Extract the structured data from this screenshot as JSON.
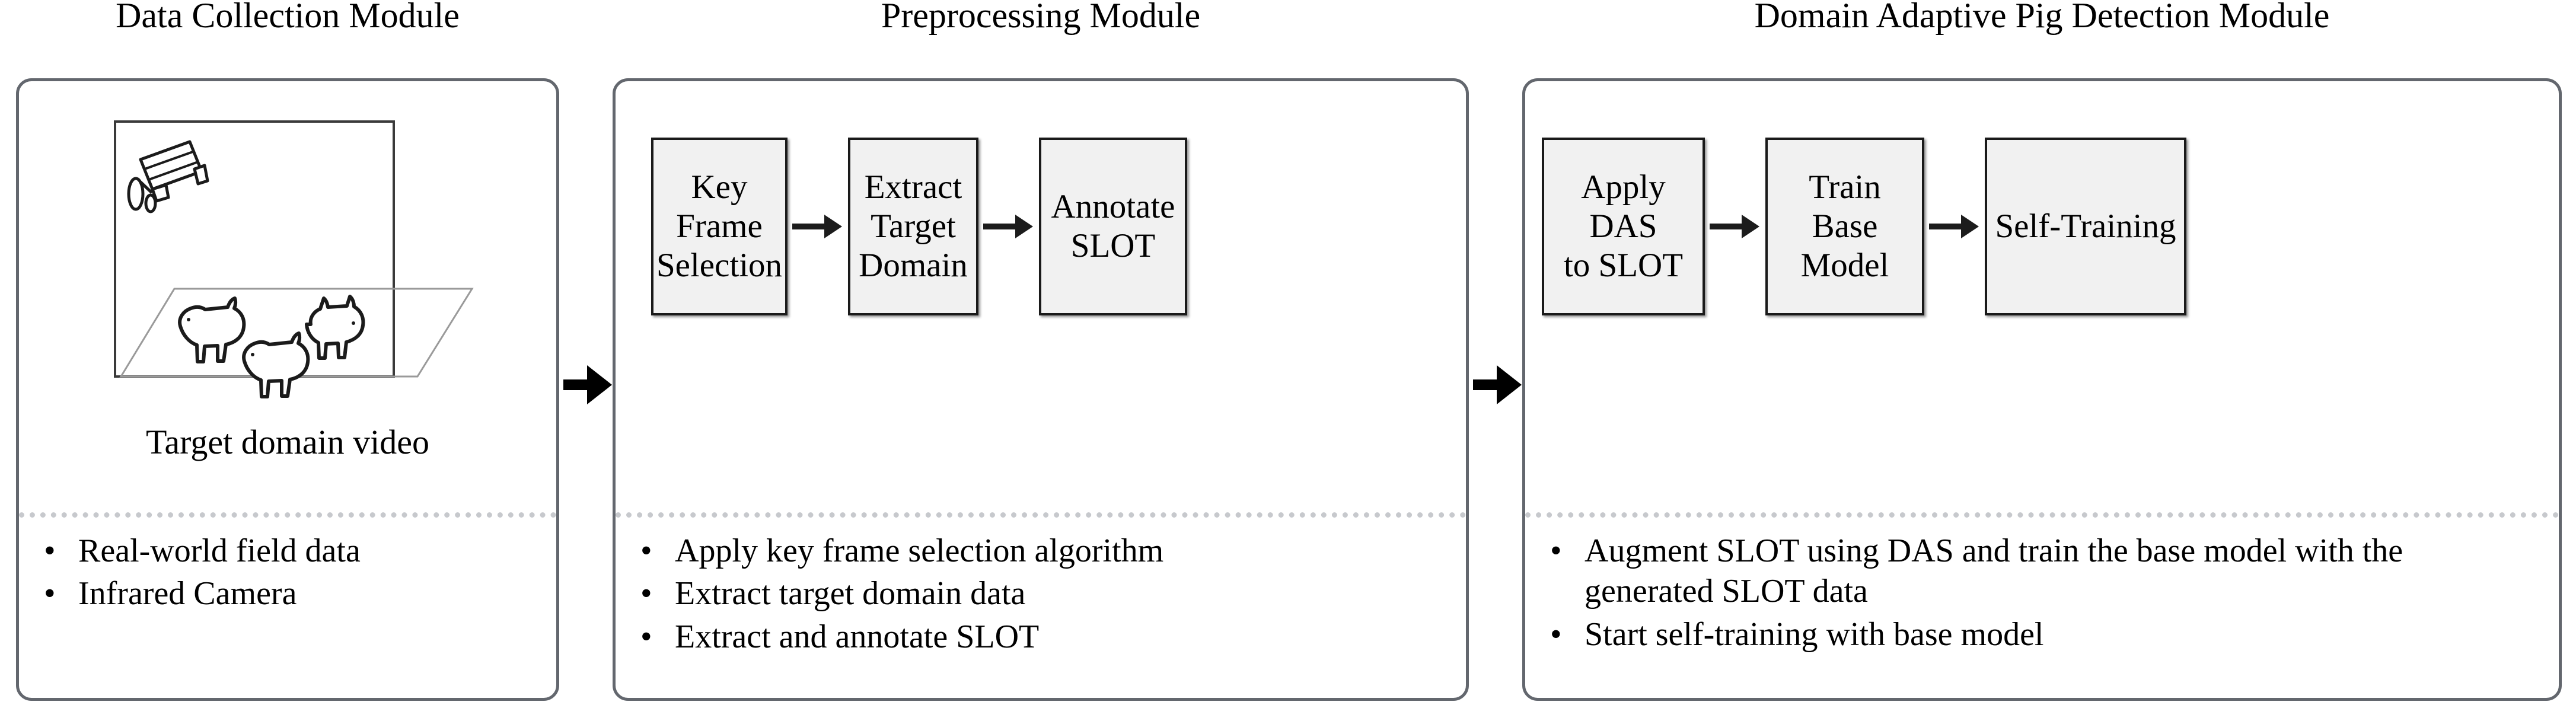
{
  "modules": [
    {
      "id": "data-collection",
      "title": "Data Collection Module",
      "illustration": {
        "caption": "Target domain video",
        "camera_icon": "cctv-camera-icon",
        "animal_icon": "pig-icon",
        "animal_count": 3
      },
      "bullets": [
        "Real-world field data",
        "Infrared Camera"
      ],
      "bullet_marker": "•"
    },
    {
      "id": "preprocessing",
      "title": "Preprocessing Module",
      "steps": [
        {
          "lines": [
            "Key",
            "Frame",
            "Selection"
          ]
        },
        {
          "lines": [
            "Extract",
            "Target",
            "Domain"
          ]
        },
        {
          "lines": [
            "Annotate",
            "SLOT"
          ]
        }
      ],
      "bullets": [
        "Apply key frame selection algorithm",
        "Extract target domain data",
        "Extract and annotate SLOT"
      ],
      "bullet_marker": "•"
    },
    {
      "id": "domain-adaptive-pig-detection",
      "title": "Domain Adaptive Pig Detection Module",
      "steps": [
        {
          "lines": [
            "Apply DAS",
            "to SLOT"
          ]
        },
        {
          "lines": [
            "Train",
            "Base Model"
          ]
        },
        {
          "lines": [
            "Self-Training"
          ]
        }
      ],
      "bullets": [
        "Augment SLOT using DAS and train the base model with the generated SLOT data",
        "Start self-training with base model"
      ],
      "bullet_marker": "•"
    }
  ],
  "colors": {
    "panel_border": "#63676e",
    "box_fill": "#f1f1f1",
    "box_border": "#1a1a1a",
    "divider": "#c7c9cd",
    "arrow": "#000000",
    "text": "#000000"
  }
}
